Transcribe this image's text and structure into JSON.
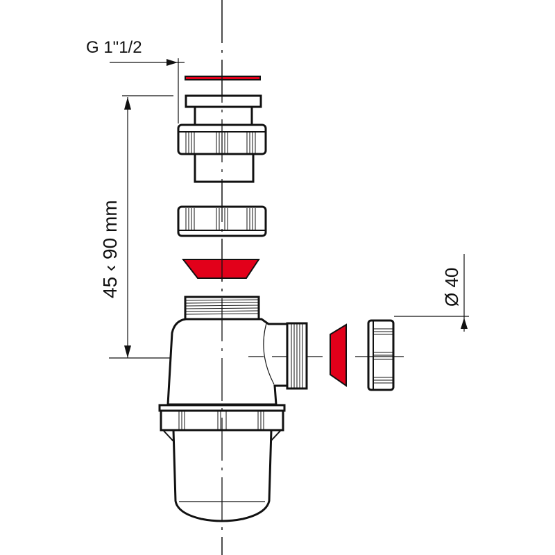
{
  "diagram": {
    "type": "technical-drawing",
    "subject": "bottle siphon exploded view",
    "colors": {
      "line": "#111111",
      "gasket": "#e2001a",
      "background": "#ffffff"
    },
    "dimensions": {
      "thread": {
        "label": "G 1\"1/2"
      },
      "height": {
        "label": "45 ‹ 90 mm"
      },
      "outlet": {
        "label": "Ø 40"
      }
    },
    "parts": [
      {
        "id": "flat-gasket",
        "color": "red"
      },
      {
        "id": "tailpiece",
        "color": "none"
      },
      {
        "id": "top-nut",
        "color": "none"
      },
      {
        "id": "second-nut",
        "color": "none"
      },
      {
        "id": "cone-washer-top",
        "color": "red"
      },
      {
        "id": "siphon-body",
        "color": "none"
      },
      {
        "id": "outlet-threaded-stub",
        "color": "none"
      },
      {
        "id": "cone-washer-side",
        "color": "red"
      },
      {
        "id": "side-nut",
        "color": "none"
      },
      {
        "id": "bottle-cup-nut",
        "color": "none"
      },
      {
        "id": "bottle-cup",
        "color": "none"
      }
    ]
  }
}
